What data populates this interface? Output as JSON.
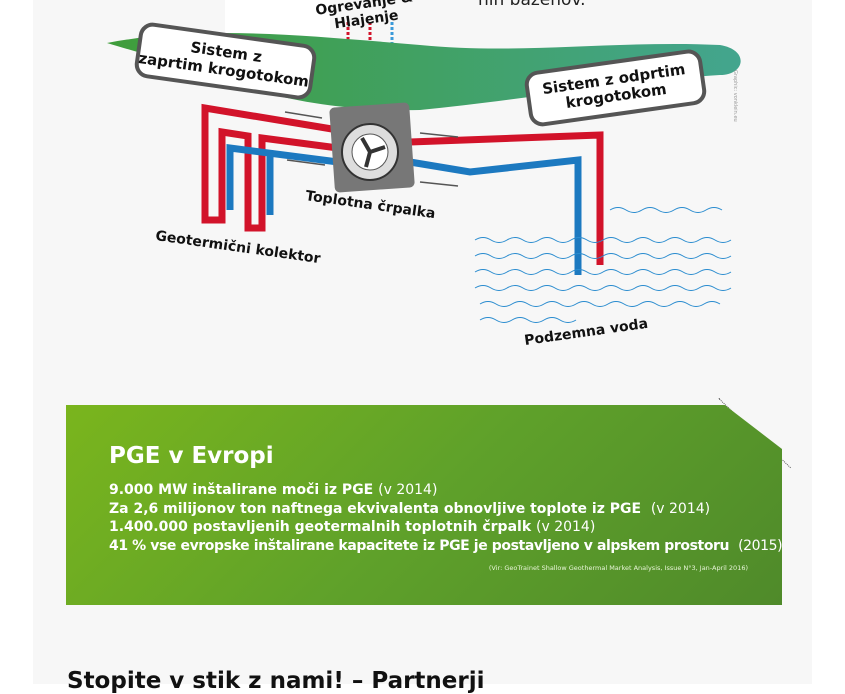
{
  "top_text": "nih bazenov.",
  "diagram": {
    "heating_label": [
      "Ogrevanje &",
      "Hlajenje"
    ],
    "closed_loop_label": [
      "Sistem z",
      "zaprtim krogotokom"
    ],
    "open_loop_label": [
      "Sistem z odprtim",
      "krogotokom"
    ],
    "heat_pump_label": "Toplotna črpalka",
    "collector_label": "Geotermični kolektor",
    "groundwater_label": "Podzemna voda",
    "credit": "Graphic: vonklein.eu"
  },
  "europe_box": {
    "title": "PGE v Evropi",
    "facts": [
      {
        "text": "9.000 MW inštalirane moči iz PGE",
        "year": "(v 2014)"
      },
      {
        "text": "Za 2,6 milijonov ton naftnega ekvivalenta obnovljive toplote iz PGE",
        "year": "(v 2014)"
      },
      {
        "text": "1.400.000 postavljenih geotermalnih toplotnih črpalk",
        "year": "(v 2014)"
      },
      {
        "text": "41 % vse evropske inštalirane kapacitete iz PGE je postavljeno v alpskem prostoru",
        "year": "(2015)"
      }
    ],
    "source": "(Vir: GeoTrainet Shallow Geothermal Market Analysis, Issue N°3, Jan-April 2016)"
  },
  "bottom_heading": "Stopite v stik z nami! – Partnerji",
  "colors": {
    "green": "#6aab23",
    "red": "#d2132a",
    "blue": "#1c79c0"
  }
}
